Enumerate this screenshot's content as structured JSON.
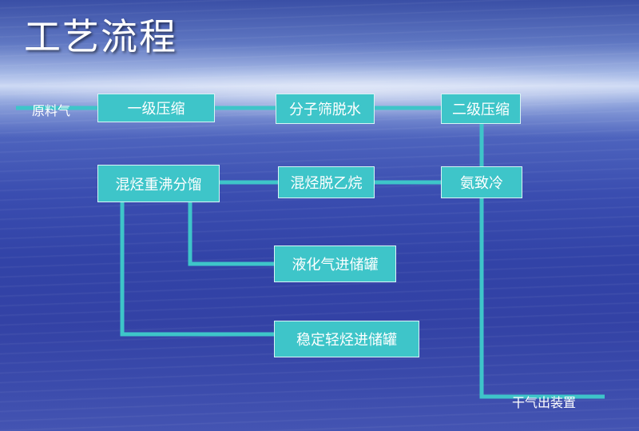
{
  "title": "工艺流程",
  "input_label": "原料气",
  "output_label": "干气出装置",
  "nodes": {
    "stage1_compression": "一级压缩",
    "molecular_sieve_dehydration": "分子筛脱水",
    "stage2_compression": "二级压缩",
    "ammonia_cooling": "氨致冷",
    "mixed_hc_deethanization": "混烃脱乙烷",
    "mixed_hc_reboil_fractionation": "混烃重沸分馏",
    "lpg_to_storage": "液化气进储罐",
    "light_hc_to_storage": "稳定轻烃进储罐"
  },
  "edges": [
    [
      "input_label",
      "stage1_compression"
    ],
    [
      "stage1_compression",
      "molecular_sieve_dehydration"
    ],
    [
      "molecular_sieve_dehydration",
      "stage2_compression"
    ],
    [
      "stage2_compression",
      "ammonia_cooling"
    ],
    [
      "ammonia_cooling",
      "mixed_hc_deethanization"
    ],
    [
      "mixed_hc_deethanization",
      "mixed_hc_reboil_fractionation"
    ],
    [
      "mixed_hc_reboil_fractionation",
      "lpg_to_storage"
    ],
    [
      "mixed_hc_reboil_fractionation",
      "light_hc_to_storage"
    ],
    [
      "ammonia_cooling",
      "output_label"
    ]
  ],
  "colors": {
    "box_fill": "#3ec5c9",
    "box_border": "#d8f4f5",
    "connector": "#3ec5c9",
    "text": "#ffffff"
  }
}
